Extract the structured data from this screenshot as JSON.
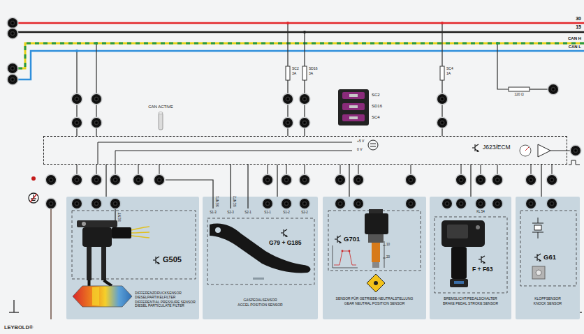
{
  "diagram": {
    "nodes": [
      {
        "text": [
          "J623/ECM",
          "+5 V",
          "0 V"
        ]
      },
      {
        "text": [
          "G505",
          "DIFFERENZDRUCKSENSOR DIESELPARTIKELFILTER",
          "DIFFERENTIAL PRESSURE SENSOR DIESEL PARTICULATE FILTER"
        ]
      },
      {
        "text": [
          "G79 + G185",
          "GASPEDALSENSOR",
          "ACCEL POSITION SENSOR"
        ]
      },
      {
        "text": [
          "G701",
          "SENSOR FÜR GETRIEBE-NEUTRALSTELLUNG",
          "GEAR NEUTRAL POSITION SENSOR"
        ]
      },
      {
        "text": [
          "F + F63",
          "BREMSLICHT/PEDALSCHALTER",
          "BRAKE PEDAL STROKE SENSOR"
        ]
      },
      {
        "text": [
          "G61",
          "KLOPFSENSOR",
          "KNOCK SENSOR"
        ]
      }
    ],
    "edges": [
      {
        "from": 0,
        "to": 1,
        "arrow": "none"
      },
      {
        "from": 0,
        "to": 2,
        "arrow": "none"
      },
      {
        "from": 0,
        "to": 3,
        "arrow": "none"
      },
      {
        "from": 0,
        "to": 4,
        "arrow": "none"
      },
      {
        "from": 0,
        "to": 5,
        "arrow": "none"
      }
    ],
    "labels": [
      "30",
      "15",
      "CAN H",
      "CAN L",
      "SC2",
      "3A",
      "SD16",
      "3A",
      "SC4",
      "1A",
      "SC2",
      "SD16",
      "SC4",
      "120 Ω",
      "CAN ACTIVE",
      "SENT",
      "SENT1",
      "SENT2",
      "S1-3",
      "S2-3",
      "S2-1",
      "S1-1",
      "S1-2",
      "S2-2",
      "KL 54",
      "10",
      "20",
      "LEYBOLD®"
    ]
  }
}
